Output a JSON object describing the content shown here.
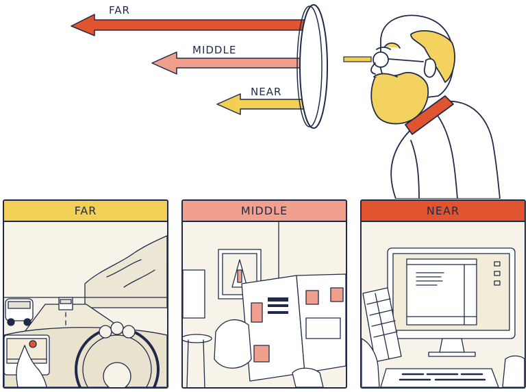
{
  "arrows": {
    "far": "FAR",
    "middle": "MIDDLE",
    "near": "NEAR"
  },
  "panels": [
    {
      "title": "FAR"
    },
    {
      "title": "MIDDLE"
    },
    {
      "title": "NEAR"
    }
  ],
  "colors": {
    "far": "#e0542f",
    "middle": "#f1a08e",
    "near": "#f2cf55",
    "ink": "#1f2a4a",
    "beard": "#f3d25f",
    "panel_bg": "#f7f3e8"
  }
}
